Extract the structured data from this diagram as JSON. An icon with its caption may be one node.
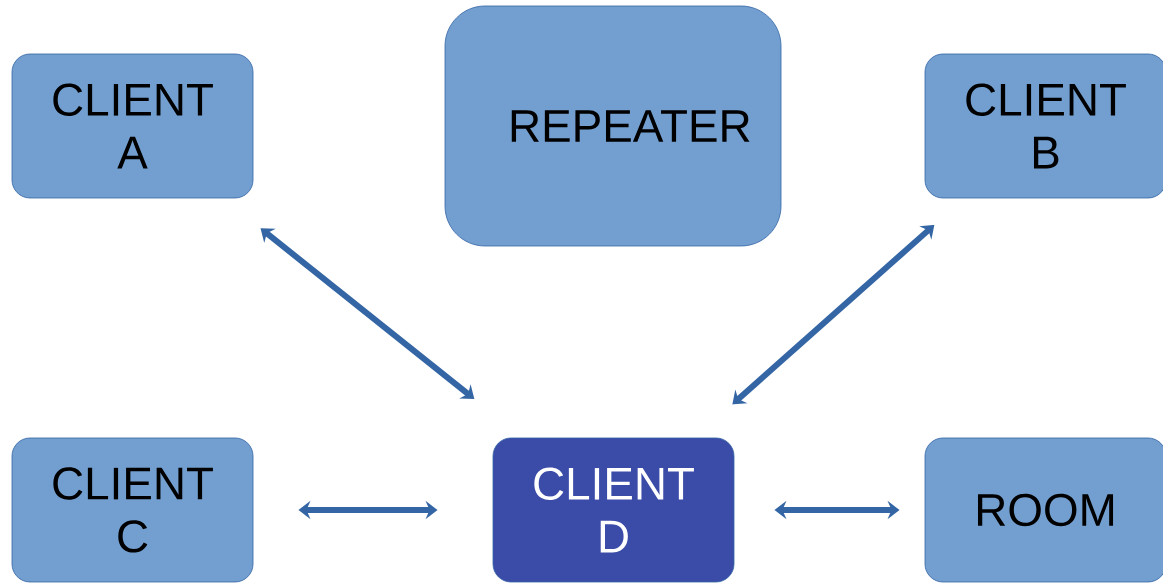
{
  "diagram": {
    "nodes": [
      {
        "text": [
          "CLIENT A"
        ]
      },
      {
        "text": [
          "REPEATER"
        ]
      },
      {
        "text": [
          "CLIENT B"
        ]
      },
      {
        "text": [
          "CLIENT C"
        ]
      },
      {
        "text": [
          "CLIENT D"
        ]
      },
      {
        "text": [
          "ROOM"
        ]
      }
    ],
    "edges": [
      {
        "from": 0,
        "to": 4,
        "arrow": "both"
      },
      {
        "from": 2,
        "to": 4,
        "arrow": "both"
      },
      {
        "from": 3,
        "to": 4,
        "arrow": "both"
      },
      {
        "from": 4,
        "to": 5,
        "arrow": "both"
      }
    ]
  }
}
